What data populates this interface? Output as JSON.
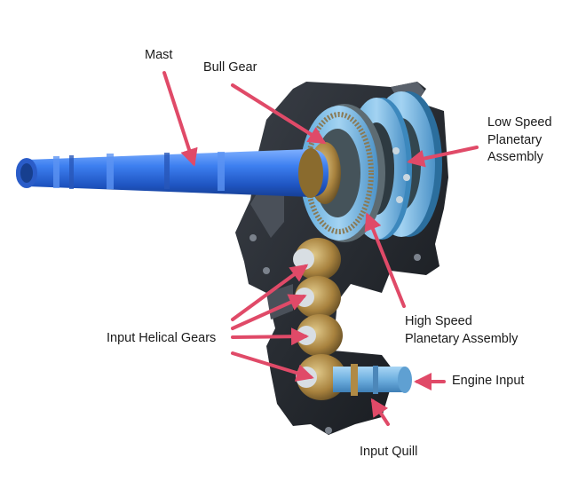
{
  "labels": {
    "mast": "Mast",
    "bull_gear": "Bull Gear",
    "low_speed_planetary": "Low Speed\nPlanetary\nAssembly",
    "high_speed_planetary": "High Speed\nPlanetary Assembly",
    "input_helical_gears": "Input Helical Gears",
    "engine_input": "Engine Input",
    "input_quill": "Input Quill"
  },
  "colors": {
    "arrow": "#e04a68",
    "mast_blue": "#2f6fe0",
    "planetary_blue": "#8fc6ea",
    "housing": "#262a30",
    "gear_bronze": "#b08a45"
  }
}
